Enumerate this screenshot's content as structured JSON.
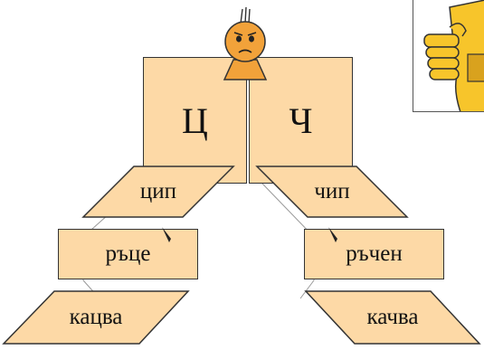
{
  "colors": {
    "card_fill": "#fdd9a6",
    "border": "#333333",
    "face": "#f2a23a"
  },
  "icons": {
    "character": "smiley-boy-icon",
    "corner_picture": "pointing-hand-icon"
  },
  "letters": {
    "left": "Ц",
    "right": "Ч"
  },
  "left_words": [
    "цип",
    "ръце",
    "кацва"
  ],
  "right_words": [
    "чип",
    "ръчен",
    "качва"
  ]
}
